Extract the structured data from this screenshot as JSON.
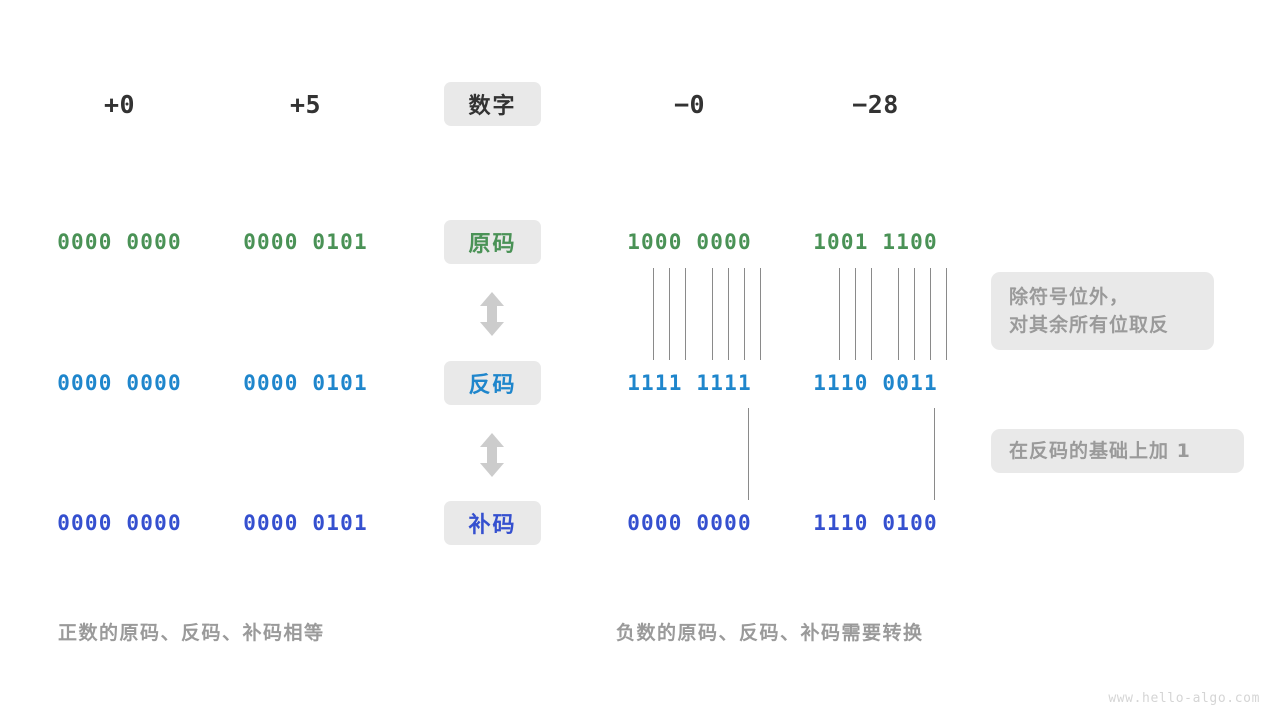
{
  "meta": {
    "watermark": "www.hello-algo.com",
    "colors": {
      "green": "#4a9256",
      "blue": "#1f86cc",
      "indigo": "#3550cf",
      "pill_bg": "#e9e9e9",
      "muted": "#9a9a9a",
      "dark": "#333333",
      "line": "#8a8a8a",
      "arrow": "#cccccc",
      "background": "#ffffff"
    }
  },
  "row_labels": {
    "header": "数字",
    "sign_magnitude": "原码",
    "ones_complement": "反码",
    "twos_complement": "补码"
  },
  "columns": {
    "positive": [
      {
        "number": "+0",
        "sign_magnitude": "0000 0000",
        "ones_complement": "0000 0000",
        "twos_complement": "0000 0000"
      },
      {
        "number": "+5",
        "sign_magnitude": "0000 0101",
        "ones_complement": "0000 0101",
        "twos_complement": "0000 0101"
      }
    ],
    "negative": [
      {
        "number": "−0",
        "sign_magnitude": "1000 0000",
        "ones_complement": "1111 1111",
        "twos_complement": "0000 0000"
      },
      {
        "number": "−28",
        "sign_magnitude": "1001 1100",
        "ones_complement": "1110 0011",
        "twos_complement": "1110 0100"
      }
    ]
  },
  "annotations": {
    "invert": {
      "line1": "除符号位外，",
      "line2": "对其余所有位取反"
    },
    "add_one": {
      "line1": "在反码的基础上加 1"
    }
  },
  "captions": {
    "left": "正数的原码、反码、补码相等",
    "right": "负数的原码、反码、补码需要转换"
  },
  "icons": {
    "bidirectional_arrow_top": "double-headed-vertical-arrow",
    "bidirectional_arrow_bottom": "double-headed-vertical-arrow"
  }
}
